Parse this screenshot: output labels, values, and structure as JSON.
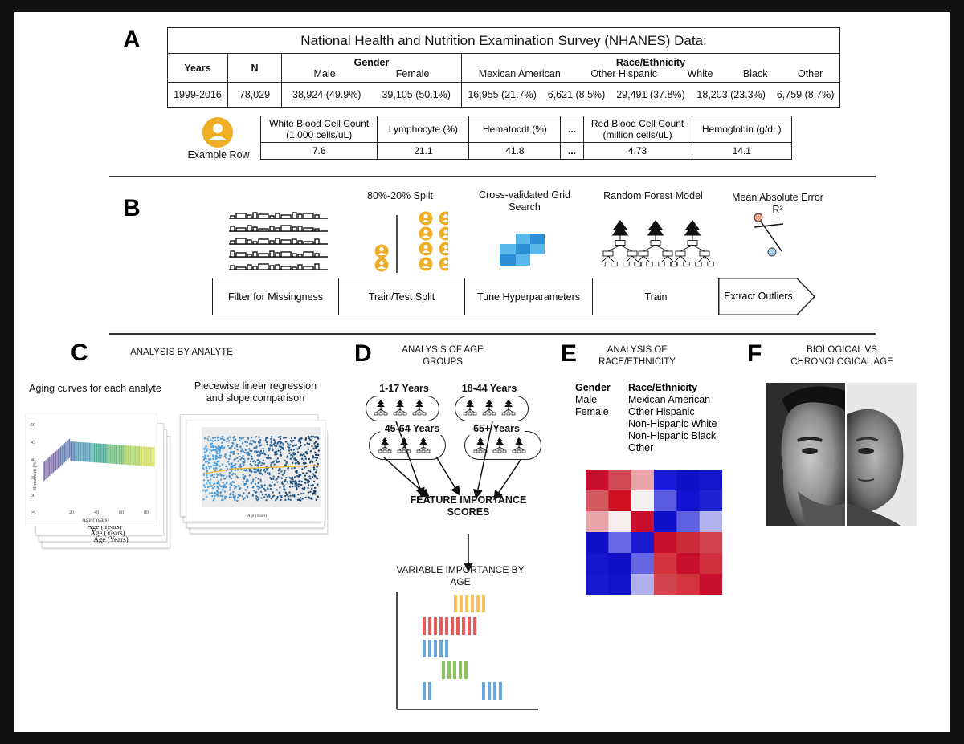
{
  "panels": {
    "a": "A",
    "b": "B",
    "c": "C",
    "d": "D",
    "e": "E",
    "f": "F"
  },
  "panel_a": {
    "title": "National Health and Nutrition Examination Survey (NHANES) Data:",
    "headers": {
      "years": "Years",
      "n": "N",
      "gender": "Gender",
      "race": "Race/Ethnicity"
    },
    "gender_sub": [
      "Male",
      "Female"
    ],
    "race_sub": [
      "Mexican American",
      "Other Hispanic",
      "White",
      "Black",
      "Other"
    ],
    "row": {
      "years": "1999-2016",
      "n": "78,029",
      "male": "38,924 (49.9%)",
      "female": "39,105 (50.1%)",
      "mexican": "16,955 (21.7%)",
      "other_hispanic": "6,621 (8.5%)",
      "white": "29,491 (37.8%)",
      "black": "18,203 (23.3%)",
      "other": "6,759 (8.7%)"
    },
    "example_label": "Example Row",
    "example_headers": [
      "White Blood Cell Count (1,000 cells/uL)",
      "Lymphocyte (%)",
      "Hematocrit (%)",
      "...",
      "Red Blood Cell Count (million cells/uL)",
      "Hemoglobin (g/dL)"
    ],
    "example_values": [
      "7.6",
      "21.1",
      "41.8",
      "...",
      "4.73",
      "14.1"
    ]
  },
  "panel_b": {
    "captions": {
      "split": "80%-20% Split",
      "grid": "Cross-validated Grid Search",
      "rf": "Random Forest Model",
      "mae": "Mean Absolute Error",
      "r2": "R²"
    },
    "steps": [
      "Filter for Missingness",
      "Train/Test Split",
      "Tune Hyperparameters",
      "Train",
      "Extract Outliers"
    ]
  },
  "panel_c": {
    "title": "ANALYSIS BY ANALYTE",
    "sub1": "Aging curves for each analyte",
    "sub2": "Piecewise linear regression and slope comparison",
    "ylabel1": "Hematocrit (%)",
    "xlabel": "Age (Years)",
    "yticks1": [
      "50",
      "45",
      "40",
      "35",
      "30",
      "25"
    ],
    "xticks1": [
      "20",
      "40",
      "60",
      "80"
    ]
  },
  "panel_d": {
    "title": "ANALYSIS OF AGE GROUPS",
    "groups": [
      "1-17 Years",
      "18-44 Years",
      "45-64 Years",
      "65+ Years"
    ],
    "feature": "FEATURE IMPORTANCE SCORES",
    "variable": "VARIABLE IMPORTANCE BY AGE",
    "colors": [
      "#f6c35a",
      "#e35b5b",
      "#6aa6dc",
      "#8cc35b",
      "#6aa6dc"
    ]
  },
  "panel_e": {
    "title": "ANALYSIS OF RACE/ETHNICITY",
    "gender_head": "Gender",
    "gender_items": [
      "Male",
      "Female"
    ],
    "race_head": "Race/Ethnicity",
    "race_items": [
      "Mexican American",
      "Other Hispanic",
      "Non-Hispanic White",
      "Non-Hispanic Black",
      "Other"
    ],
    "heatmap": [
      [
        "#c8102e",
        "#d24a55",
        "#e7a3a8",
        "#1a1ad8",
        "#1010c8",
        "#1414cc"
      ],
      [
        "#d4585f",
        "#cf1020",
        "#f4f0f0",
        "#5a5ae0",
        "#1212d0",
        "#2020d4"
      ],
      [
        "#e7a3a8",
        "#f6eeee",
        "#c8102e",
        "#1010c8",
        "#6060e2",
        "#b4b4ee"
      ],
      [
        "#1010c8",
        "#6868e4",
        "#1a1ad0",
        "#c8102e",
        "#cc2a38",
        "#d04450"
      ],
      [
        "#1515cc",
        "#1010c8",
        "#6565e3",
        "#d2333f",
        "#c8102e",
        "#d03040"
      ],
      [
        "#1818ce",
        "#1212c8",
        "#b0b0ee",
        "#d04450",
        "#d3353f",
        "#c8102e"
      ]
    ]
  },
  "panel_f": {
    "title": "BIOLOGICAL VS CHRONOLOGICAL AGE"
  },
  "accent": {
    "person": "#f0ae26",
    "grid_blue": "#2b8fd6"
  }
}
